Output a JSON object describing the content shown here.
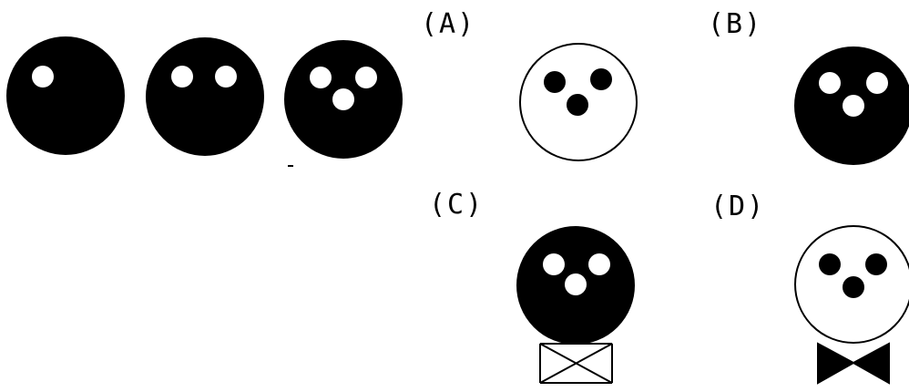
{
  "sequence": [
    {
      "face": "black",
      "dots": 1
    },
    {
      "face": "black",
      "dots": 2
    },
    {
      "face": "black",
      "dots": 3
    }
  ],
  "options": [
    {
      "label": "(A)",
      "face": "white",
      "dots": 3,
      "bow": "none"
    },
    {
      "label": "(B)",
      "face": "black",
      "dots": 3,
      "bow": "none"
    },
    {
      "label": "(C)",
      "face": "black",
      "dots": 3,
      "bow": "outline"
    },
    {
      "label": "(D)",
      "face": "white",
      "dots": 3,
      "bow": "filled"
    }
  ],
  "colors": {
    "ink": "#000000",
    "paper": "#ffffff"
  }
}
